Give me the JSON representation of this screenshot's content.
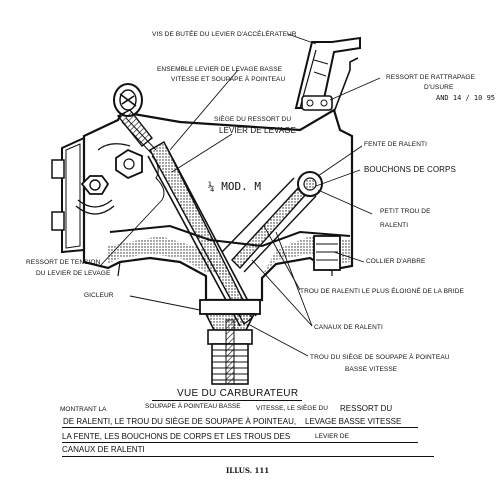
{
  "labels": {
    "vis_butee": "VIS DE BUTÉE DU LEVIER D'ACCÉLÉRATEUR",
    "ensemble_line1": "ENSEMBLE LEVIER DE LEVAGE BASSE",
    "ensemble_line2": "VITESSE ET SOUPAPE À POINTEAU",
    "ressort_rattrapage_line1": "RESSORT DE RATTRAPAGE",
    "ressort_rattrapage_line2": "D'USURE",
    "siege_ressort_line1": "SIÈGE DU RESSORT DU",
    "siege_ressort_line2": "LEVIER DE LEVAGE",
    "fente_ralenti": "FENTE DE RALENTI",
    "bouchons_corps": "BOUCHONS DE CORPS",
    "petit_trou_line1": "PETIT TROU DE",
    "petit_trou_line2": "RALENTI",
    "ressort_tension_line1": "RESSORT DE TENSION",
    "ressort_tension_line2": "DU LEVIER DE LEVAGE",
    "collier_arbre": "COLLIER D'ARBRE",
    "trou_ralenti_eloigne": "TROU DE RALENTI LE PLUS ÉLOIGNÉ DE LA BRIDE",
    "gicleur": "GICLEUR",
    "canaux_ralenti": "CANAUX DE RALENTI",
    "trou_siege_line1": "TROU DU SIÈGE DE SOUPAPE À POINTEAU",
    "trou_siege_line2": "BASSE VITESSE",
    "body_marking": "¼ MOD. M",
    "stamp_text": "AND 14 / 10 95"
  },
  "caption": {
    "title": "VUE DU CARBURATEUR",
    "row1_a": "MONTRANT LA",
    "row1_b": "SOUPAPE À POINTEAU BASSE",
    "row1_c": "VITESSE, LE SIÈGE DU",
    "row1_d": "RESSORT DU",
    "row2_a": "DE RALENTI, LE TROU DU SIÈGE DE SOUPAPE À POINTEAU,",
    "row2_b": "LEVAGE BASSE VITESSE",
    "row3_a": "LA FENTE, LES BOUCHONS DE CORPS ET LES TROUS DES",
    "row3_b": "LEVIER DE",
    "row4": "CANAUX DE RALENTI",
    "figure_number": "ILLUS. 111"
  }
}
